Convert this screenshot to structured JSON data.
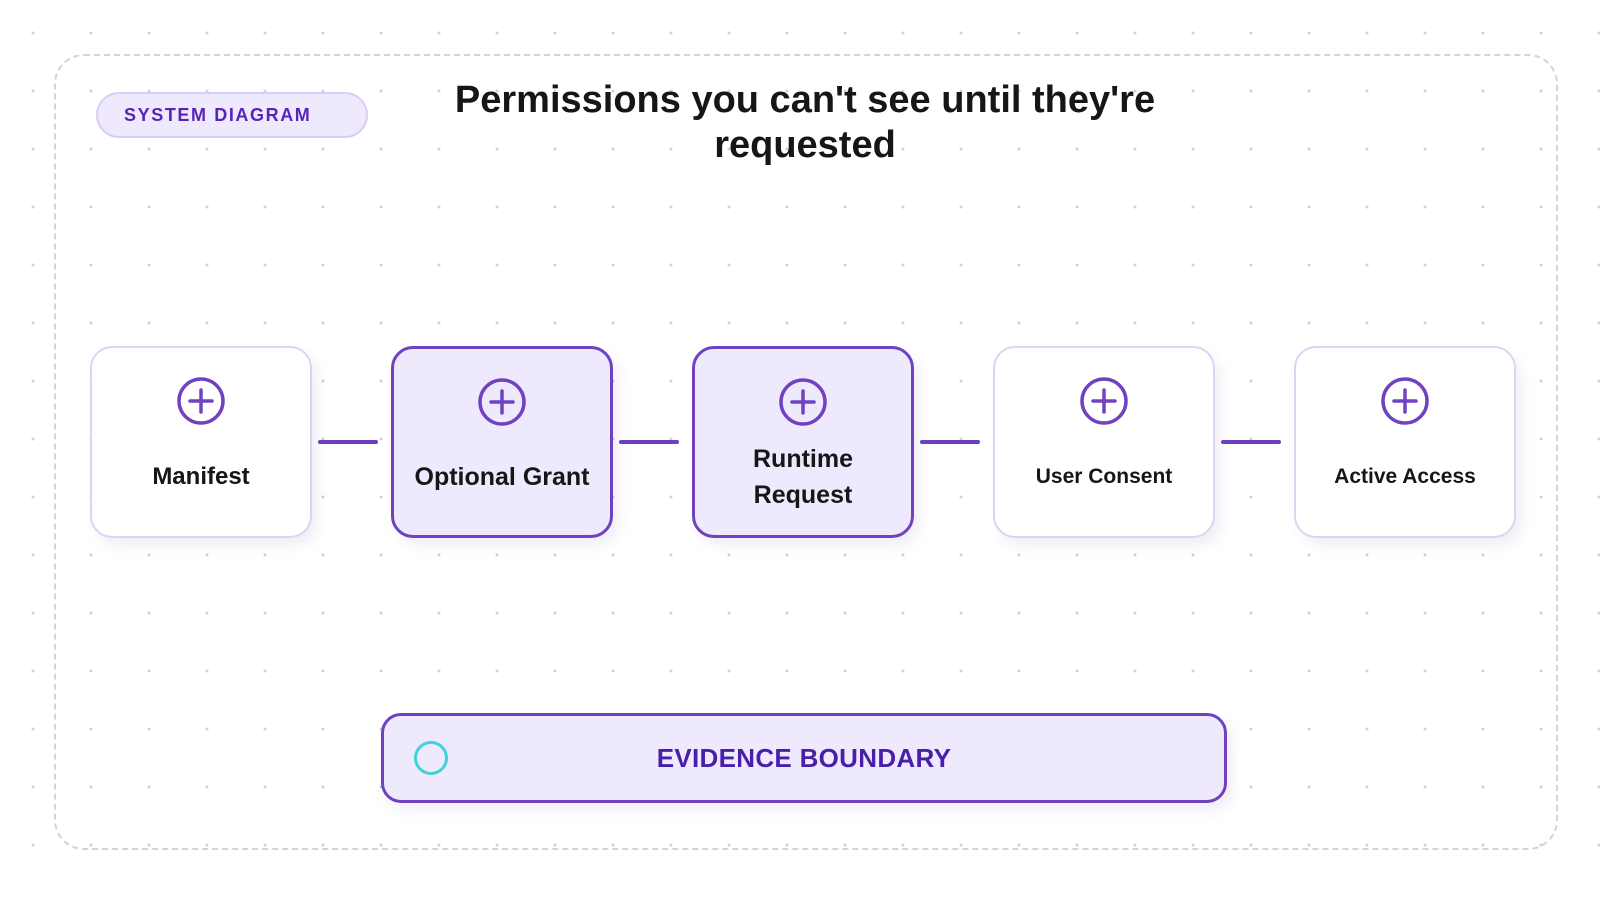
{
  "tag": {
    "label": "SYSTEM DIAGRAM"
  },
  "title": "Permissions you can't see until they're requested",
  "nodes": [
    {
      "label": "Manifest",
      "icon": "plus-circle-icon",
      "highlighted": false
    },
    {
      "label": "Optional Grant",
      "icon": "plus-circle-icon",
      "highlighted": true
    },
    {
      "label": "Runtime Request",
      "icon": "plus-circle-icon",
      "highlighted": true
    },
    {
      "label": "User Consent",
      "icon": "plus-circle-icon",
      "highlighted": false
    },
    {
      "label": "Active Access",
      "icon": "plus-circle-icon",
      "highlighted": false
    }
  ],
  "boundary": {
    "label": "EVIDENCE BOUNDARY",
    "icon": "circle-ring-icon"
  },
  "colors": {
    "accent": "#7042c0",
    "accent_fill": "#efe9fd",
    "tag_text": "#5a23b8",
    "ring": "#3fd3d8"
  }
}
